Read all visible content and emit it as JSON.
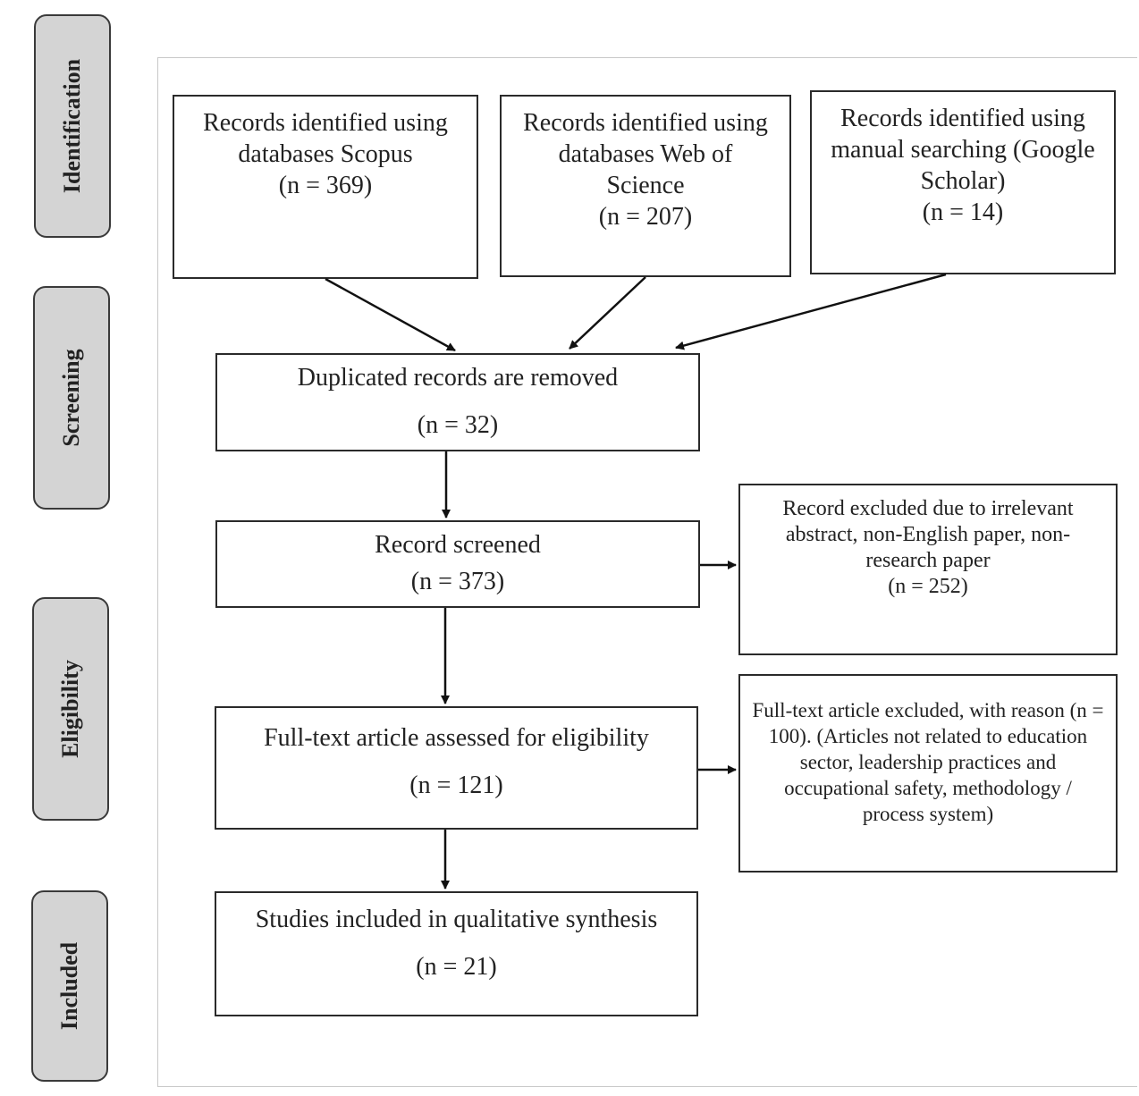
{
  "stages": {
    "identification": "Identification",
    "screening": "Screening",
    "eligibility": "Eligibility",
    "included": "Included"
  },
  "boxes": {
    "scopus": {
      "text": "Records identified using databases Scopus",
      "count": "(n = 369)"
    },
    "wos": {
      "text": "Records identified using databases Web of Science",
      "count": "(n = 207)"
    },
    "manual": {
      "text": "Records identified using manual searching (Google Scholar)",
      "count": "(n = 14)"
    },
    "duplicates": {
      "text": "Duplicated records are removed",
      "count": "(n = 32)"
    },
    "screened": {
      "text": "Record screened",
      "count": "(n = 373)"
    },
    "excluded_screen": {
      "text": "Record excluded due to irrelevant abstract, non-English paper, non- research paper",
      "count": "(n = 252)"
    },
    "fulltext": {
      "text": "Full-text article assessed for eligibility",
      "count": "(n = 121)"
    },
    "excluded_fulltext": {
      "text": "Full-text article excluded, with reason (n = 100). (Articles not related to education sector, leadership practices and occupational safety, methodology / process system)"
    },
    "included": {
      "text": "Studies included in qualitative synthesis",
      "count": "(n = 21)"
    }
  }
}
